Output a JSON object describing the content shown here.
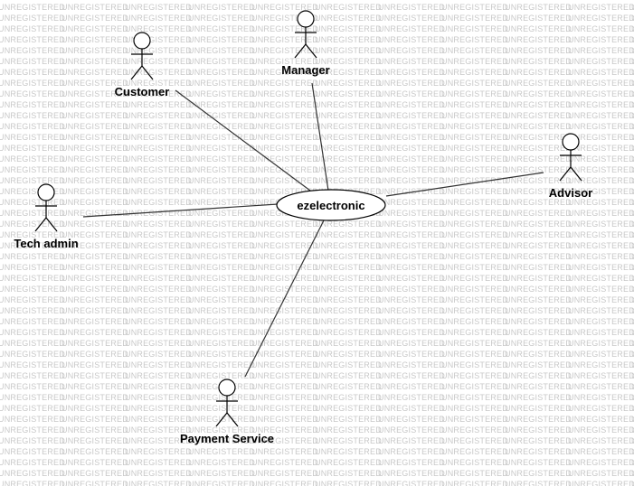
{
  "watermark": {
    "text": "UNREGISTERED",
    "color": "#c8c8c8"
  },
  "use_case": {
    "label": "ezelectronic"
  },
  "actors": [
    {
      "id": "customer",
      "label": "Customer"
    },
    {
      "id": "manager",
      "label": "Manager"
    },
    {
      "id": "advisor",
      "label": "Advisor"
    },
    {
      "id": "tech-admin",
      "label": "Tech admin"
    },
    {
      "id": "payment-service",
      "label": "Payment Service"
    }
  ],
  "associations": [
    {
      "from": "customer",
      "to": "ezelectronic"
    },
    {
      "from": "manager",
      "to": "ezelectronic"
    },
    {
      "from": "advisor",
      "to": "ezelectronic"
    },
    {
      "from": "tech-admin",
      "to": "ezelectronic"
    },
    {
      "from": "payment-service",
      "to": "ezelectronic"
    }
  ]
}
